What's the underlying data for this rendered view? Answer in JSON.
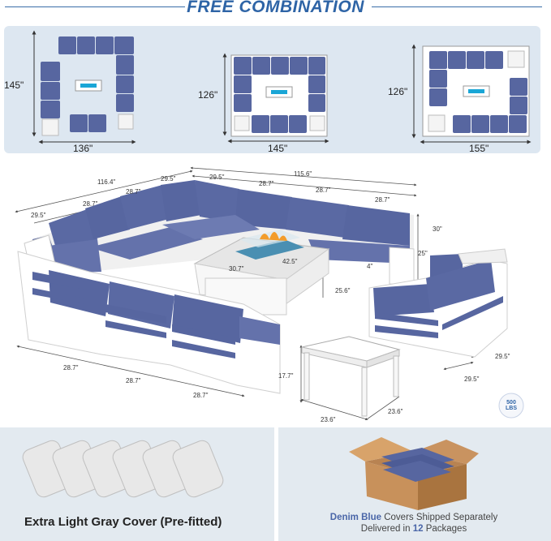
{
  "header": {
    "title": "FREE COMBINATION"
  },
  "layouts": [
    {
      "height_label": "145\"",
      "width_label": "136\""
    },
    {
      "height_label": "126\"",
      "width_label": "145\""
    },
    {
      "height_label": "126\"",
      "width_label": "155\""
    }
  ],
  "dimensions": {
    "d1": "116.4\"",
    "d2": "29.5\"",
    "d3": "29.5\"",
    "d4": "115.6\"",
    "d5": "28.7\"",
    "d6": "28.7\"",
    "d7": "28.7\"",
    "d8": "28.7\"",
    "d9": "28.7\"",
    "d10": "29.5\"",
    "d11": "30\"",
    "d12": "25\"",
    "d13": "4\"",
    "d14": "30.7\"",
    "d15": "42.5\"",
    "d16": "25.6\"",
    "d17": "28.7\"",
    "d18": "28.7\"",
    "d19": "28.7\"",
    "d20": "17.7\"",
    "d21": "23.6\"",
    "d22": "23.6\"",
    "d23": "29.5\"",
    "d24": "29.5\""
  },
  "badge": {
    "value": "500",
    "unit": "LBS"
  },
  "bottom": {
    "left_caption": "Extra Light Gray Cover (Pre-fitted)",
    "right_line1_accent": "Denim Blue",
    "right_line1_rest": " Covers Shipped Separately",
    "right_line2_pre": "Delivered in ",
    "right_line2_num": "12",
    "right_line2_post": " Packages"
  },
  "colors": {
    "cushion": "#5766a0",
    "frame": "#ffffff",
    "accent": "#2e64a6",
    "panel": "#dde7f1"
  }
}
